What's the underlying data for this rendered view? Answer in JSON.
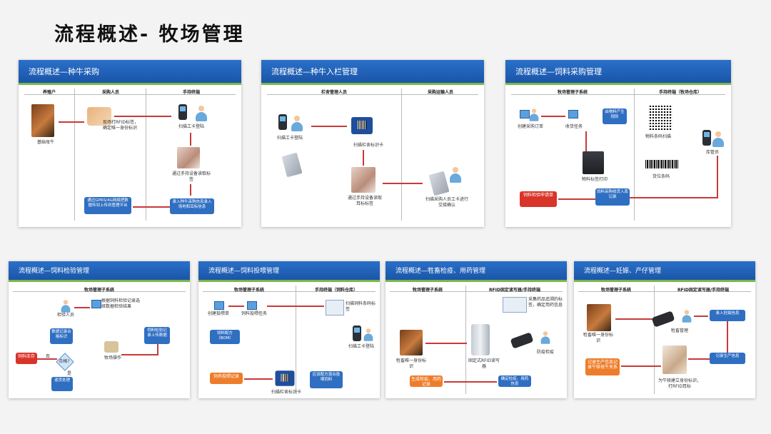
{
  "page_title": "流程概述- 牧场管理",
  "cards": [
    {
      "title": "流程概述—种牛采购",
      "lanes": [
        "养殖户",
        "采购人员",
        "手持终端"
      ],
      "texts": [
        "基础母牛",
        "现场打RFID标签，确定唯一身份标识",
        "扫描工卡登陆",
        "通过手持设备读取标签"
      ],
      "boxes": [
        "通过GPRS/4G网络把数据传到上传到管理平台",
        "录入种牛采购信息录入场地和耳标信息"
      ]
    },
    {
      "title": "流程概述—种牛入栏管理",
      "lanes": [
        "栏舍管理人员",
        "采购运输人员"
      ],
      "texts": [
        "扫描工卡登陆",
        "扫描栏舍标识卡",
        "通过手持设备读取耳标标签",
        "扫描采购人员工卡进行交接确认"
      ]
    },
    {
      "title": "流程概述—饲料采购管理",
      "lanes": [
        "牧场管理子系统",
        "手持终端（牧场仓库）"
      ],
      "texts": [
        "创建采购订单",
        "收货任务",
        "由物料产生规则",
        "物料标签打印",
        "物料条码扫描",
        "库管员",
        "货位条码"
      ],
      "red_box": "饲料检验申请单",
      "box": "饲料采购收货入库记录"
    },
    {
      "title": "流程概述—饲料检验管理",
      "lanes": [
        "牧场管理子系统"
      ],
      "texts": [
        "检验人员",
        "根据饲料检验记录选择数据检验结果",
        "合格?",
        "是",
        "否",
        "牧场操作"
      ],
      "boxes": [
        "数据记录合格标识",
        "饲料检验记录上传数据",
        "退货处理"
      ],
      "red_box": "饲料库存"
    },
    {
      "title": "流程概述—饲料投喂管理",
      "lanes": [
        "牧场管理子系统",
        "手持终端（饲料仓库）"
      ],
      "texts": [
        "创建投喂单",
        "饲料投喂任务",
        "扫描饲料条码标签",
        "扫描工卡登陆",
        "扫描栏舍标识卡"
      ],
      "boxes": [
        "饲料配方（BOM）",
        "应该配方混合投喂饲料"
      ],
      "orange_box": "饲养投喂记录"
    },
    {
      "title": "流程概述—牲畜检疫、用药管理",
      "lanes": [
        "牧场管理子系统",
        "RFID固定读写器/手持终端"
      ],
      "texts": [
        "采集药品追溯的标签，确定用药信息",
        "牲畜唯一身份标识",
        "固定式RFID读写器",
        "防疫检疫"
      ],
      "box": "确定检疫、用药信息",
      "orange_box": "生成检疫、用药记录"
    },
    {
      "title": "流程概述—妊娠、产仔管理",
      "lanes": [
        "牧场管理子系统",
        "RFID固定读写器/手持终端"
      ],
      "texts": [
        "牲畜唯一身份标识",
        "牲畜管理",
        "为牛犊建立身份标识，打RFID耳标"
      ],
      "boxes": [
        "录入妊娠信息",
        "记录生产信息"
      ],
      "orange_box": "记录生产信息记录牛犊母牛关系"
    }
  ]
}
